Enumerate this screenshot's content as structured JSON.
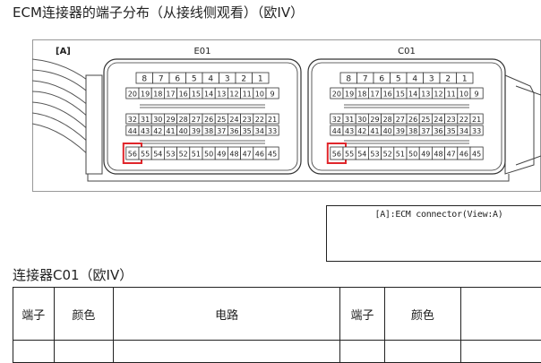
{
  "title": "ECM连接器的端子分布（从接线侧观看）（欧IV）",
  "diagram": {
    "view_label": "[A]",
    "connectors": [
      {
        "name": "E01",
        "rows": [
          [
            "8",
            "7",
            "6",
            "5",
            "4",
            "3",
            "2",
            "1"
          ],
          [
            "20",
            "19",
            "18",
            "17",
            "16",
            "15",
            "14",
            "13",
            "12",
            "11",
            "10",
            "9"
          ],
          [
            "32",
            "31",
            "30",
            "29",
            "28",
            "27",
            "26",
            "25",
            "24",
            "23",
            "22",
            "21"
          ],
          [
            "44",
            "43",
            "42",
            "41",
            "40",
            "39",
            "38",
            "37",
            "36",
            "35",
            "34",
            "33"
          ],
          [
            "56",
            "55",
            "54",
            "53",
            "52",
            "51",
            "50",
            "49",
            "48",
            "47",
            "46",
            "45"
          ]
        ],
        "highlight": "56"
      },
      {
        "name": "C01",
        "rows": [
          [
            "8",
            "7",
            "6",
            "5",
            "4",
            "3",
            "2",
            "1"
          ],
          [
            "20",
            "19",
            "18",
            "17",
            "16",
            "15",
            "14",
            "13",
            "12",
            "11",
            "10",
            "9"
          ],
          [
            "32",
            "31",
            "30",
            "29",
            "28",
            "27",
            "26",
            "25",
            "24",
            "23",
            "22",
            "21"
          ],
          [
            "44",
            "43",
            "42",
            "41",
            "40",
            "39",
            "38",
            "37",
            "36",
            "35",
            "34",
            "33"
          ],
          [
            "56",
            "55",
            "54",
            "53",
            "52",
            "51",
            "50",
            "49",
            "48",
            "47",
            "46",
            "45"
          ]
        ],
        "highlight": "56"
      }
    ],
    "highlight_color": "#e0262b"
  },
  "caption": "[A]:ECM connector(View:A)",
  "subtitle": "连接器C01（欧IV）",
  "table": {
    "headers": [
      "端子",
      "颜色",
      "电路",
      "端子",
      "颜色",
      ""
    ]
  }
}
